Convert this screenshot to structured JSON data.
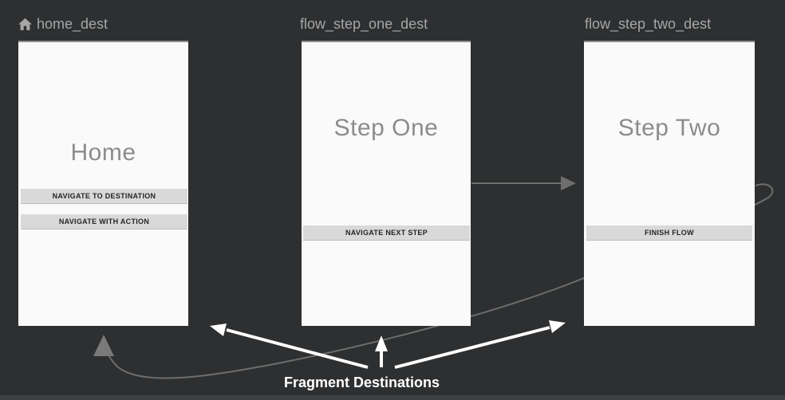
{
  "canvas": {
    "editor": "navigation-graph",
    "annotation": {
      "label": "Fragment Destinations"
    }
  },
  "destinations": [
    {
      "id": "home_dest",
      "label": "home_dest",
      "is_start_destination": true,
      "title": "Home",
      "buttons": [
        "NAVIGATE TO DESTINATION",
        "NAVIGATE WITH ACTION"
      ]
    },
    {
      "id": "flow_step_one_dest",
      "label": "flow_step_one_dest",
      "is_start_destination": false,
      "title": "Step One",
      "buttons": [
        "NAVIGATE NEXT STEP"
      ]
    },
    {
      "id": "flow_step_two_dest",
      "label": "flow_step_two_dest",
      "is_start_destination": false,
      "title": "Step Two",
      "buttons": [
        "FINISH FLOW"
      ]
    }
  ],
  "icons": {
    "home": "home-icon"
  },
  "colors": {
    "background": "#2d2f31",
    "card": "#fafafa",
    "button": "#d9d9d9",
    "edge": "#6e6e6e",
    "annotation": "#ffffff",
    "label": "#a6a6a6"
  }
}
